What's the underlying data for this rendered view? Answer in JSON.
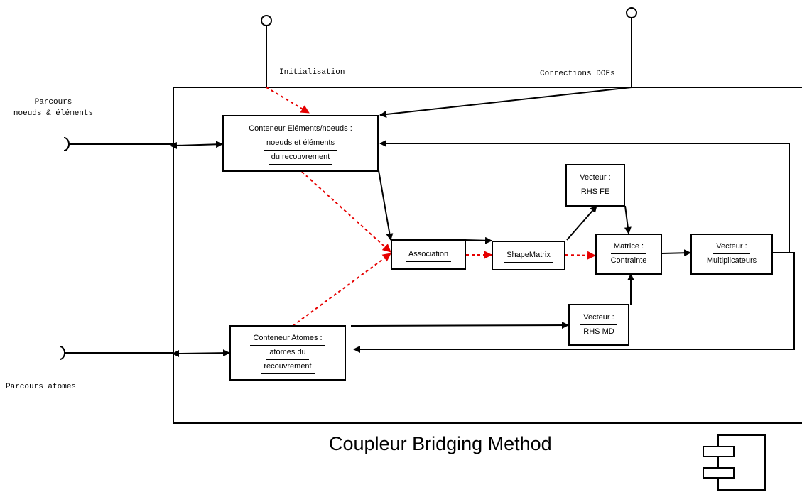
{
  "component": {
    "title": "Coupleur Bridging Method",
    "ports": {
      "initialisation": "Initialisation",
      "corrections": "Corrections DOFs",
      "parcours_noeuds": [
        "Parcours",
        "noeuds & éléments"
      ],
      "parcours_atomes": "Parcours atomes"
    }
  },
  "boxes": {
    "conteneur_elements": [
      "Conteneur Eléments/noeuds :",
      "noeuds et éléments",
      "du recouvrement"
    ],
    "association": [
      "Association"
    ],
    "shape_matrix": [
      "ShapeMatrix"
    ],
    "rhs_fe": [
      "Vecteur :",
      "RHS FE"
    ],
    "matrice": [
      "Matrice :",
      "Contrainte"
    ],
    "multiplicateurs": [
      "Vecteur :",
      "Multiplicateurs"
    ],
    "rhs_md": [
      "Vecteur :",
      "RHS MD"
    ],
    "conteneur_atomes": [
      "Conteneur Atomes :",
      "atomes du",
      "recouvrement"
    ]
  },
  "colors": {
    "line": "#000000",
    "dashed": "#e60000"
  }
}
